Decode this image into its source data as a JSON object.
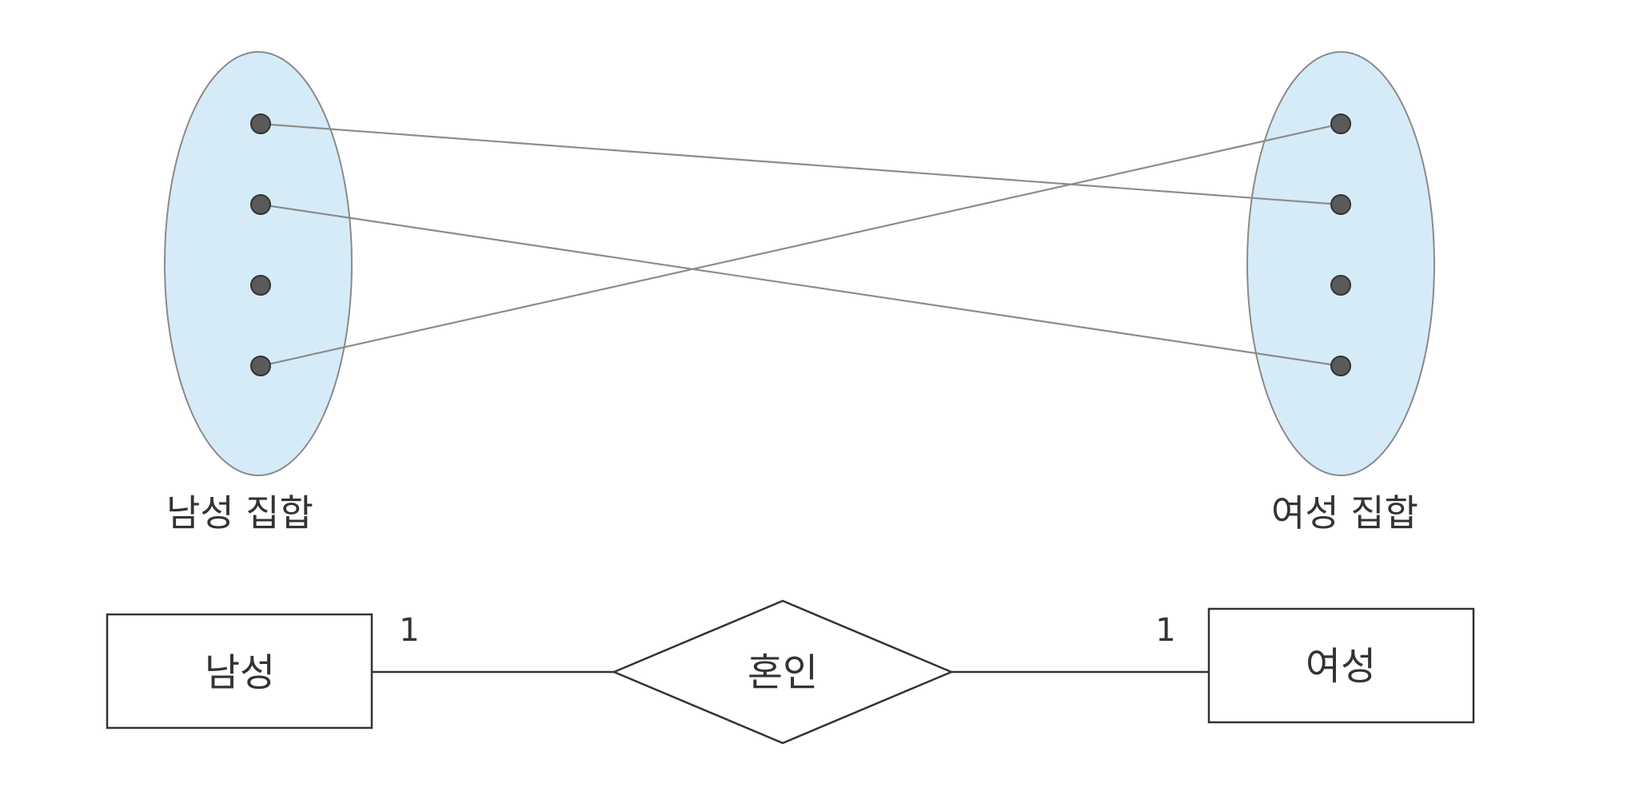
{
  "mapping": {
    "left_set": {
      "label": "남성 집합",
      "element_count": 4
    },
    "right_set": {
      "label": "여성 집합",
      "element_count": 4
    },
    "links": [
      {
        "from": 1,
        "to": 2
      },
      {
        "from": 2,
        "to": 4
      },
      {
        "from": 4,
        "to": 1
      }
    ]
  },
  "er": {
    "left_entity": "남성",
    "relationship": "혼인",
    "right_entity": "여성",
    "left_cardinality": "1",
    "right_cardinality": "1"
  },
  "colors": {
    "set_fill": "#d6ebf8",
    "dot": "#5a5a5a",
    "line": "#8c8c8c"
  }
}
